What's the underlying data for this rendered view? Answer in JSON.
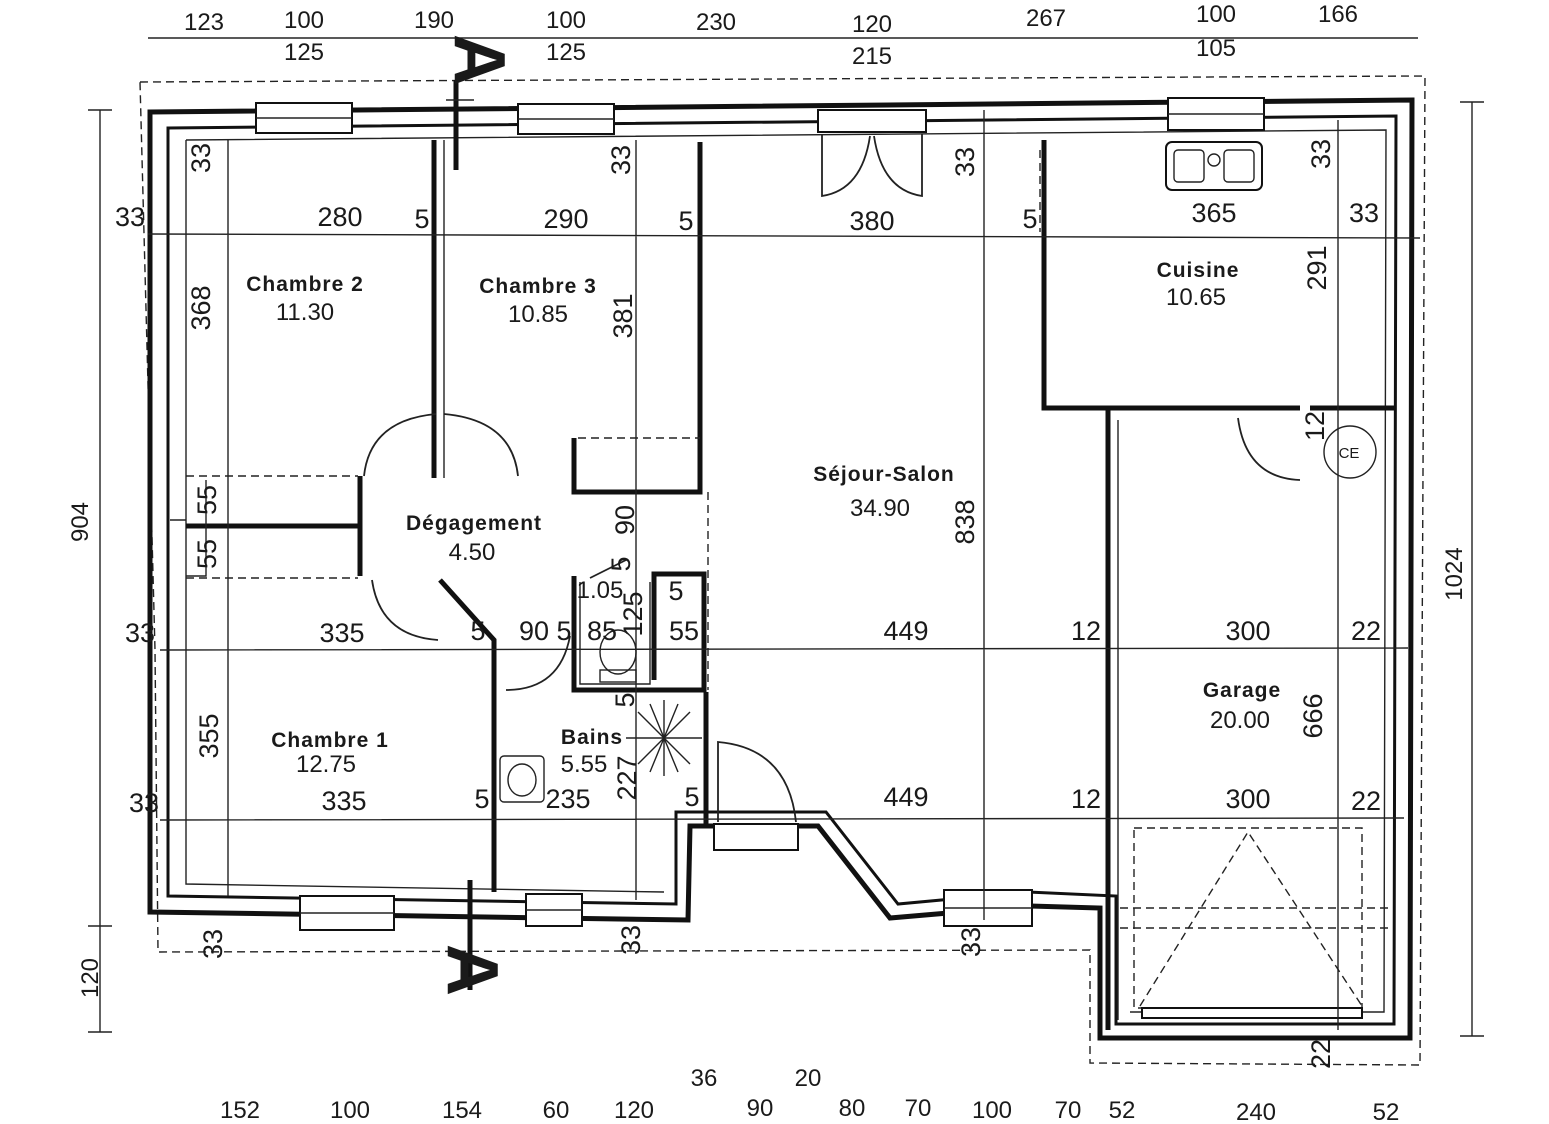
{
  "rooms": {
    "chambre2": {
      "name": "Chambre 2",
      "area": "11.30"
    },
    "chambre3": {
      "name": "Chambre 3",
      "area": "10.85"
    },
    "cuisine": {
      "name": "Cuisine",
      "area": "10.65"
    },
    "sejour": {
      "name": "Séjour-Salon",
      "area": "34.90"
    },
    "degagement": {
      "name": "Dégagement",
      "area": "4.50"
    },
    "wc": {
      "area": "1.05"
    },
    "bains": {
      "name": "Bains",
      "area": "5.55"
    },
    "chambre1": {
      "name": "Chambre 1",
      "area": "12.75"
    },
    "garage": {
      "name": "Garage",
      "area": "20.00"
    }
  },
  "section_mark": "A",
  "meter_label": "CE",
  "dims_top_row1": [
    "123",
    "100",
    "190",
    "100",
    "230",
    "120",
    "267",
    "100",
    "166"
  ],
  "dims_top_row2": [
    "125",
    "125",
    "215",
    "105"
  ],
  "dims_bottom_row": [
    "152",
    "100",
    "154",
    "60",
    "120",
    "90",
    "80",
    "70",
    "100",
    "70",
    "52",
    "240",
    "52"
  ],
  "dims_bottom_upper": [
    "36",
    "20"
  ],
  "dims_left": [
    "904",
    "120"
  ],
  "dims_right": [
    "1024"
  ],
  "dims_row_upper": [
    "33",
    "280",
    "5",
    "290",
    "5",
    "380",
    "5",
    "365",
    "33"
  ],
  "dims_row_mid": [
    "33",
    "335",
    "5",
    "90",
    "5",
    "85",
    "55",
    "449",
    "12",
    "300",
    "22"
  ],
  "dims_row_lower": [
    "33",
    "335",
    "5",
    "235",
    "5",
    "449",
    "12",
    "300",
    "22"
  ],
  "dims_vertical_inner": [
    "33",
    "33",
    "33",
    "33",
    "368",
    "381",
    "291",
    "55",
    "55",
    "90",
    "5",
    "5",
    "125",
    "5",
    "355",
    "227",
    "838",
    "666",
    "12",
    "33",
    "33",
    "33",
    "22"
  ]
}
